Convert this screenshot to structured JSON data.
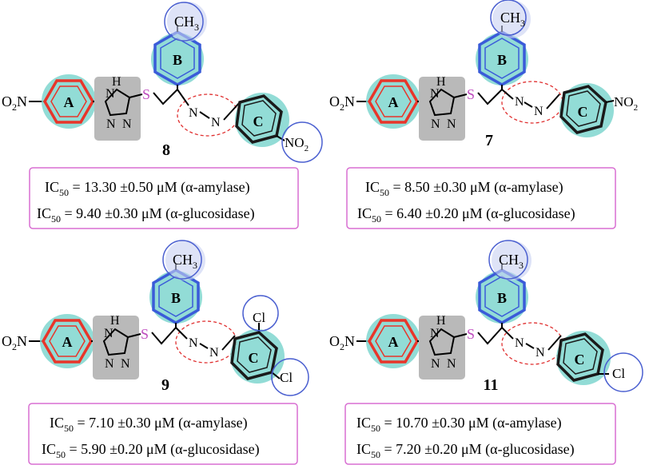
{
  "colors": {
    "ring_a": "#e8352a",
    "ring_b": "#3a5bd9",
    "ring_c": "#1a1a1a",
    "highlight_teal": "#7fd6cf",
    "triazole_box": "#b9b9b9",
    "sulfur": "#c04fc0",
    "dashed_ellipse": "#e03030",
    "circle_outline": "#4a5fd0",
    "info_box_border": "#d86fd2"
  },
  "icons": [
    "ring-a-icon",
    "ring-b-icon",
    "ring-c-icon",
    "triazole-icon",
    "methyl-circle-icon",
    "substituent-circle-icon"
  ],
  "compounds": [
    {
      "number": "8",
      "ring_a_label": "A",
      "ring_b_label": "B",
      "ring_c_label": "C",
      "left_sub_main": "O",
      "left_sub_sub": "2",
      "left_sub_tail": "N",
      "nh_label": "H",
      "n_label": "N",
      "s_label": "S",
      "methyl_main": "CH",
      "methyl_sub": "3",
      "right_sub_main": "NO",
      "right_sub_sub": "2",
      "ic50_a_pre": "IC",
      "ic50_a_sub": "50",
      "ic50_a_text": " = 13.30 ±0.50 μM (α-amylase)",
      "ic50_g_pre": "IC",
      "ic50_g_sub": "50",
      "ic50_g_text": " = 9.40 ±0.30 μM (α-glucosidase)"
    },
    {
      "number": "7",
      "ring_a_label": "A",
      "ring_b_label": "B",
      "ring_c_label": "C",
      "left_sub_main": "O",
      "left_sub_sub": "2",
      "left_sub_tail": "N",
      "nh_label": "H",
      "n_label": "N",
      "s_label": "S",
      "methyl_main": "CH",
      "methyl_sub": "3",
      "right_sub_main": "NO",
      "right_sub_sub": "2",
      "ic50_a_pre": "IC",
      "ic50_a_sub": "50",
      "ic50_a_text": " = 8.50 ±0.30 μM (α-amylase)",
      "ic50_g_pre": "IC",
      "ic50_g_sub": "50",
      "ic50_g_text": " = 6.40 ±0.20 μM (α-glucosidase)"
    },
    {
      "number": "9",
      "ring_a_label": "A",
      "ring_b_label": "B",
      "ring_c_label": "C",
      "left_sub_main": "O",
      "left_sub_sub": "2",
      "left_sub_tail": "N",
      "nh_label": "H",
      "n_label": "N",
      "s_label": "S",
      "methyl_main": "CH",
      "methyl_sub": "3",
      "cl_top": "Cl",
      "cl_bottom": "Cl",
      "ic50_a_pre": "IC",
      "ic50_a_sub": "50",
      "ic50_a_text": " = 7.10 ±0.30 μM (α-amylase)",
      "ic50_g_pre": "IC",
      "ic50_g_sub": "50",
      "ic50_g_text": " = 5.90 ±0.20 μM (α-glucosidase)"
    },
    {
      "number": "11",
      "ring_a_label": "A",
      "ring_b_label": "B",
      "ring_c_label": "C",
      "left_sub_main": "O",
      "left_sub_sub": "2",
      "left_sub_tail": "N",
      "nh_label": "H",
      "n_label": "N",
      "s_label": "S",
      "methyl_main": "CH",
      "methyl_sub": "3",
      "cl_para": "Cl",
      "ic50_a_pre": "IC",
      "ic50_a_sub": "50",
      "ic50_a_text": " = 10.70 ±0.30 μM (α-amylase)",
      "ic50_g_pre": "IC",
      "ic50_g_sub": "50",
      "ic50_g_text": " = 7.20 ±0.20 μM (α-glucosidase)"
    }
  ]
}
